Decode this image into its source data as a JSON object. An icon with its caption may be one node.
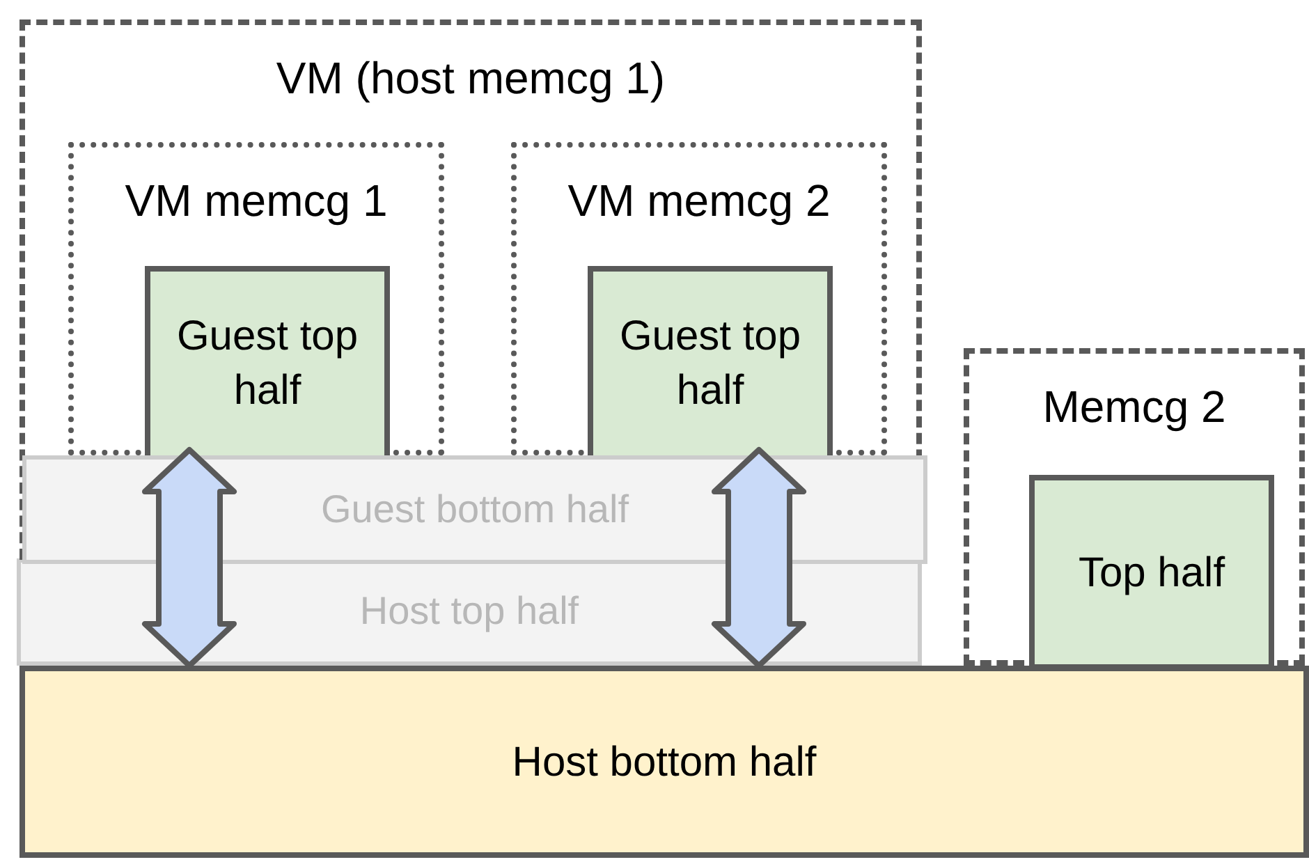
{
  "diagram": {
    "nodes": [
      {
        "text": [
          "VM (host memcg 1)"
        ]
      },
      {
        "text": [
          "VM memcg 1"
        ],
        "in": 0
      },
      {
        "text": [
          "Guest top half"
        ],
        "in": 1
      },
      {
        "text": [
          "VM memcg 2"
        ],
        "in": 0
      },
      {
        "text": [
          "Guest top half"
        ],
        "in": 3
      },
      {
        "text": [
          "Guest bottom half"
        ],
        "in": 0
      },
      {
        "text": [
          "Host top half"
        ]
      },
      {
        "text": [
          "Memcg 2"
        ]
      },
      {
        "text": [
          "Top half"
        ],
        "in": 7
      },
      {
        "text": [
          "Host bottom half"
        ]
      }
    ],
    "edges": [
      {
        "from": 2,
        "to": 9,
        "arrow": "both"
      },
      {
        "from": 4,
        "to": 9,
        "arrow": "both"
      }
    ]
  }
}
